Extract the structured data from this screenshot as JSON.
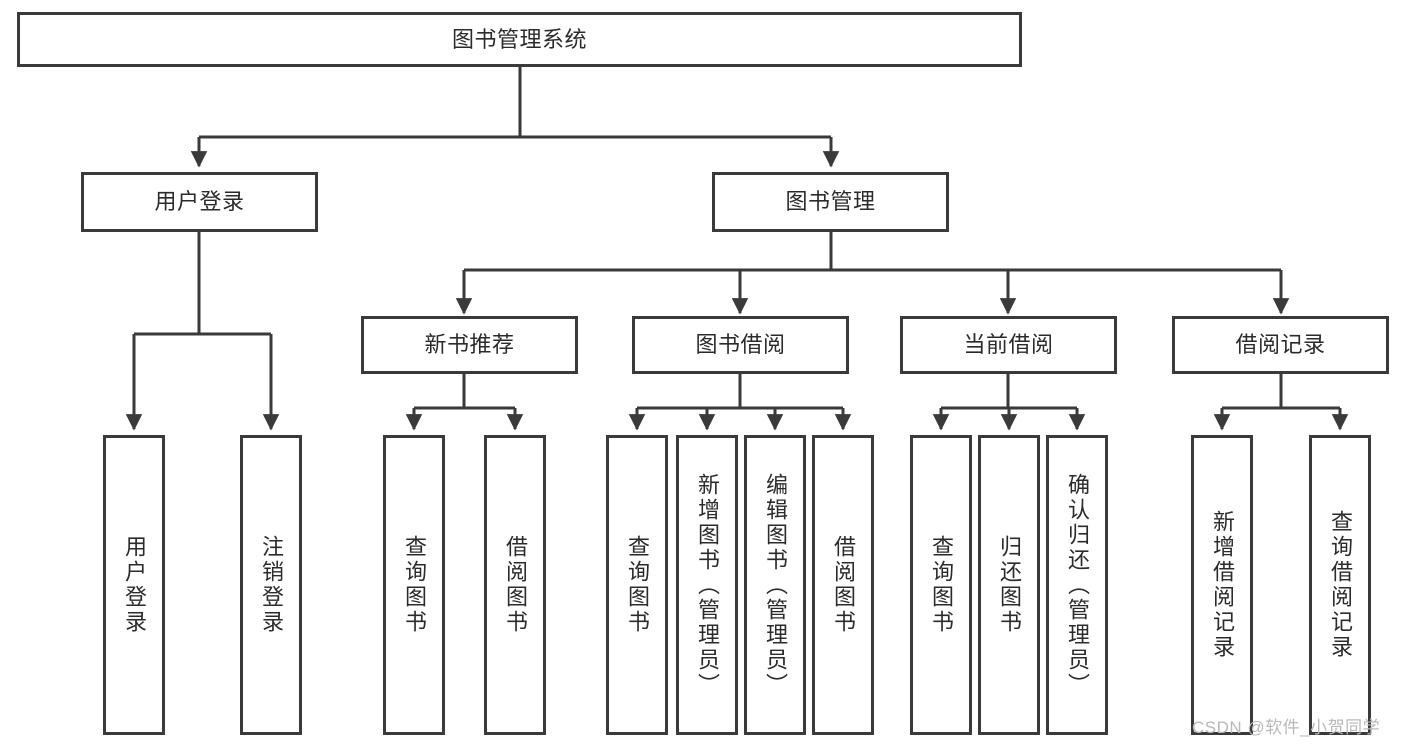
{
  "diagram": {
    "type": "tree",
    "title": "图书管理系统",
    "root": {
      "label": "图书管理系统"
    },
    "level1": [
      {
        "label": "用户登录"
      },
      {
        "label": "图书管理"
      }
    ],
    "level2": [
      {
        "label": "新书推荐"
      },
      {
        "label": "图书借阅"
      },
      {
        "label": "当前借阅"
      },
      {
        "label": "借阅记录"
      }
    ],
    "leaves": {
      "user_login": [
        {
          "label": "用户登录"
        },
        {
          "label": "注销登录"
        }
      ],
      "new_book_recommend": [
        {
          "label": "查询图书"
        },
        {
          "label": "借阅图书"
        }
      ],
      "book_borrow": [
        {
          "label": "查询图书"
        },
        {
          "label": "新增图书（管理员）"
        },
        {
          "label": "编辑图书（管理员）"
        },
        {
          "label": "借阅图书"
        }
      ],
      "current_borrow": [
        {
          "label": "查询图书"
        },
        {
          "label": "归还图书"
        },
        {
          "label": "确认归还（管理员）"
        }
      ],
      "borrow_record": [
        {
          "label": "新增借阅记录"
        },
        {
          "label": "查询借阅记录"
        }
      ]
    }
  },
  "watermark": {
    "text": "CSDN @软件_小贺同学"
  },
  "colors": {
    "box_border": "#3a3a3a",
    "box_fill": "#ffffff",
    "line": "#3a3a3a",
    "text": "#2b2b2b",
    "watermark": "#b9b9b9"
  }
}
